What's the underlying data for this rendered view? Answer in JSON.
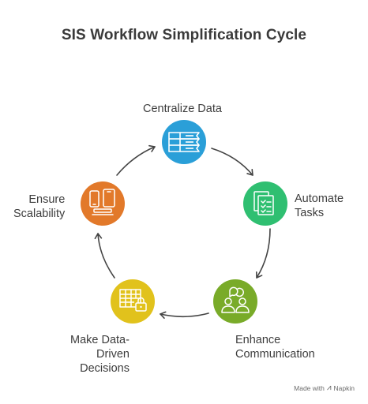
{
  "title": "SIS Workflow Simplification Cycle",
  "steps": [
    {
      "id": "centralize",
      "lines": [
        "Centralize Data"
      ],
      "color": "#2a9fd8",
      "icon": "database-list-icon"
    },
    {
      "id": "automate",
      "lines": [
        "Automate",
        "Tasks"
      ],
      "color": "#2fbf71",
      "icon": "document-checklist-icon"
    },
    {
      "id": "enhance",
      "lines": [
        "Enhance",
        "Communication"
      ],
      "color": "#79ab29",
      "icon": "people-chat-icon"
    },
    {
      "id": "decisions",
      "lines": [
        "Make Data-",
        "Driven",
        "Decisions"
      ],
      "color": "#e1c21c",
      "icon": "table-lock-icon"
    },
    {
      "id": "scale",
      "lines": [
        "Ensure",
        "Scalability"
      ],
      "color": "#e2792a",
      "icon": "multi-device-icon"
    }
  ],
  "footer": {
    "prefix": "Made with",
    "brand": "Napkin"
  }
}
